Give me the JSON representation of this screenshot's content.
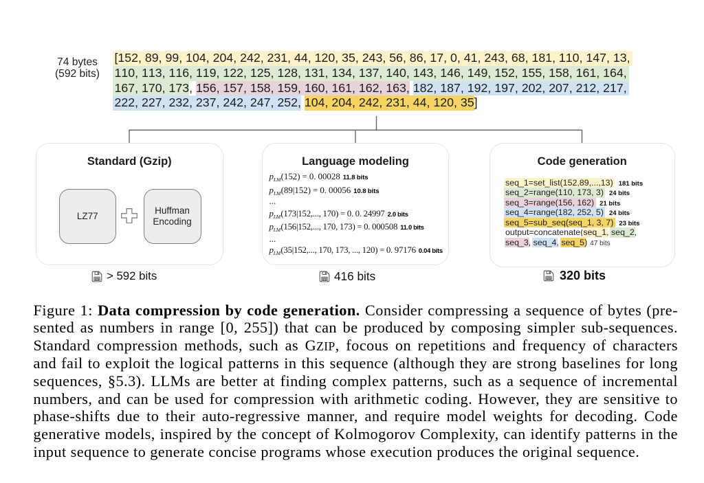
{
  "figure": {
    "size_label": {
      "line1": "74 bytes",
      "line2": "(592 bits)"
    },
    "sequence": {
      "lines": [
        {
          "chunks": [
            {
              "color": "yellow",
              "text": "[152, 89, 99, 104, 204, 242, 231, 44, 120, 35, 243, 56, 86, 17, 0, 41, 243, 68, 181, 110, 147, 13,"
            }
          ]
        },
        {
          "chunks": [
            {
              "color": "green",
              "text": "110, 113, 116, 119, 122, 125, 128, 131, 134, 137, 140, 143, 146, 149, 152, 155, 158, 161, 164,"
            }
          ]
        },
        {
          "chunks": [
            {
              "color": "green",
              "text": "167, 170, 173"
            },
            {
              "color": "none",
              "text": ", "
            },
            {
              "color": "pink",
              "text": "156, 157, 158, 159, 160, 161, 162, 163,"
            },
            {
              "color": "none",
              "text": " "
            },
            {
              "color": "blue",
              "text": "182, 187, 192, 197, 202, 207, 212, 217,"
            }
          ]
        },
        {
          "chunks": [
            {
              "color": "blue",
              "text": "222, 227, 232, 237, 242, 247, 252,"
            },
            {
              "color": "none",
              "text": " "
            },
            {
              "color": "gold",
              "text": "104, 204, 242, 231, 44, 120, 35"
            },
            {
              "color": "none",
              "text": "]"
            }
          ]
        }
      ]
    },
    "highlight_colors": {
      "yellow": "#fef2cb",
      "green": "#dcead3",
      "pink": "#e8d2db",
      "blue": "#cfe1f2",
      "gold": "#f6d464"
    },
    "panels": {
      "standard": {
        "title": "Standard (Gzip)",
        "lz77_label": "LZ77",
        "huffman_label_line1": "Huffman",
        "huffman_label_line2": "Encoding",
        "footer": "> 592 bits"
      },
      "language_modeling": {
        "title": "Language modeling",
        "lines": [
          {
            "p": "p",
            "sub": "LM",
            "expr": "(152) = 0. 00028",
            "bits": "11.8 bits"
          },
          {
            "p": "p",
            "sub": "LM",
            "expr": "(89|152) = 0. 00056",
            "bits": "10.8 bits"
          },
          {
            "dots": "..."
          },
          {
            "p": "p",
            "sub": "LM",
            "expr": "(173|152,..., 170) = 0. 0. 24997",
            "bits": "2.0 bits"
          },
          {
            "p": "p",
            "sub": "LM",
            "expr": "(156|152,..., 170, 173) = 0. 000508",
            "bits": "11.0 bits"
          },
          {
            "dots": "..."
          },
          {
            "p": "p",
            "sub": "LM",
            "expr": "(35|152,..., 170, 173, ..., 120) = 0. 97176",
            "bits": "0.04 bits"
          }
        ],
        "footer": "416 bits"
      },
      "code_generation": {
        "title": "Code generation",
        "lines": [
          {
            "segs": [
              {
                "color": "yellow",
                "text": "seq_1=set_list(152,89,...,13)"
              }
            ],
            "bits": "181 bits"
          },
          {
            "segs": [
              {
                "color": "green",
                "text": "seq_2=range(110, 173, 3)"
              }
            ],
            "bits": "24 bits"
          },
          {
            "segs": [
              {
                "color": "pink",
                "text": "seq_3=range(156, 162)"
              }
            ],
            "bits": "21 bits"
          },
          {
            "segs": [
              {
                "color": "blue",
                "text": "seq_4=range(182, 252, 5)"
              }
            ],
            "bits": "24 bits"
          },
          {
            "segs": [
              {
                "color": "gold",
                "text": "seq_5=sub_seq(seq_1, 3, 7)"
              }
            ],
            "bits": "23 bits"
          },
          {
            "segs": [
              {
                "color": "none",
                "text": "output=concatenate("
              },
              {
                "color": "yellow",
                "text": "seq_1"
              },
              {
                "color": "none",
                "text": ", "
              },
              {
                "color": "green",
                "text": "seq_2"
              },
              {
                "color": "none",
                "text": ","
              }
            ],
            "bits": ""
          },
          {
            "segs": [
              {
                "color": "pink",
                "text": "seq_3"
              },
              {
                "color": "none",
                "text": ", "
              },
              {
                "color": "blue",
                "text": "seq_4"
              },
              {
                "color": "none",
                "text": ", "
              },
              {
                "color": "gold",
                "text": "seq_5"
              },
              {
                "color": "none",
                "text": ")"
              }
            ],
            "bits": "47 bits"
          }
        ],
        "footer": "320 bits"
      }
    }
  },
  "caption": {
    "lines": [
      {
        "runs": [
          {
            "text": "Figure 1: "
          },
          {
            "text": "Data compression by code generation.",
            "bold": true
          },
          {
            "text": " Consider compressing a sequence of bytes (pre-"
          }
        ]
      },
      {
        "runs": [
          {
            "text": "sented as numbers in range [0, 255]) that can be produced by composing simpler sub-sequences."
          }
        ]
      },
      {
        "runs": [
          {
            "text": "Standard compression methods, such as G"
          },
          {
            "text": "ZIP",
            "smallcaps": true
          },
          {
            "text": ", focous on repetitions and frequency of characters"
          }
        ]
      },
      {
        "runs": [
          {
            "text": "and fail to exploit the logical patterns in this sequence (although they are strong baselines for long"
          }
        ]
      },
      {
        "runs": [
          {
            "text": "sequences, §5.3).  LLMs are better at finding complex patterns, such as a sequence of incremental"
          }
        ]
      },
      {
        "runs": [
          {
            "text": "numbers, and can be used for compression with arithmetic coding.  However, they are sensitive to"
          }
        ]
      },
      {
        "runs": [
          {
            "text": "phase-shifts due to their auto-regressive manner, and require model weights for decoding.  Code"
          }
        ]
      },
      {
        "runs": [
          {
            "text": "generative models, inspired by the concept of Kolmogorov Complexity, can identify patterns in the"
          }
        ]
      },
      {
        "runs": [
          {
            "text": "input sequence to generate concise programs whose execution produces the original sequence."
          }
        ]
      }
    ]
  }
}
